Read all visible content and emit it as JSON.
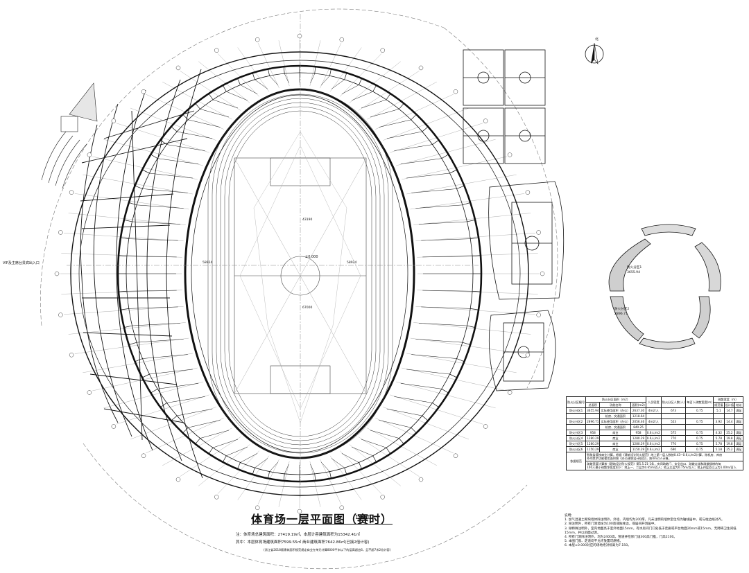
{
  "drawing": {
    "title": "体育场一层平面图（赛时）",
    "scale": "1:350",
    "area_notes": [
      "注：体育场总建筑面积：27419.19㎡，本层计容建筑面积为15342.41㎡",
      "其中：本层体育场建筑面积7599.55㎡ 商业建筑面积7642.86㎡(已接2倍计容)",
      "(浙江省2018版建筑面积规范规定商业在单元计算8000平米以下的层高超出6，且不超7米2倍计容)"
    ],
    "labels": {
      "vip_entrance": "VIP及主席台贵宾出入口",
      "elevation": "±0.000",
      "north": "北",
      "fire_zone_1": "防火分区1",
      "fire_zone_1_area": "3655.94",
      "fire_zone_2": "防火分区2",
      "fire_zone_2_area": "2896.71",
      "dim_long": "58924",
      "dim_short": "43190",
      "field_dim": "67000"
    },
    "notes_title": "说明：",
    "notes": [
      "1. 加气混凝土砌块墙体除注明外，外墙、内墙均为200厚，凡未注明的墙体定位均为轴线居中，或与柱边线对齐。",
      "2. 除注明外，所有门洞墙垛为100宽或贴柱边，或居间开洞居中。",
      "3. 除特殊注明外，室内地面高于室外地面15mm，有水房间门口处低于走廊或平台地面20mm或15mm，无障碍卫生间低",
      "   15mm，并以斜面过渡。",
      "4. 所有门洞除注明外，均为2400高，管道井检修门设300高门槛，门高2100。",
      "5. 本图门窗、走道均不允许放置可燃物。",
      "6. 本层±0.000对应的场地绝对标高为7.150。"
    ]
  },
  "fire_table": {
    "header": [
      "防火分区编号",
      "防火分区面积（m2）",
      "总面积",
      "功能名称",
      "面积(m2)",
      "人员密度",
      "防火分区人数(人)",
      "每百人疏散宽度(m)",
      "疏散宽度（m）",
      "规范值",
      "设计值",
      "结论"
    ],
    "rows": [
      [
        "防火分区1",
        "3655.94",
        "实际使用面积（办公）",
        "2637.30",
        "4m2/人",
        "673",
        "0.75",
        "5.1",
        "14.7",
        "满足"
      ],
      [
        "",
        "",
        "机房、交通面积",
        "1218.64",
        "",
        "",
        "",
        "",
        "",
        ""
      ],
      [
        "防火分区2",
        "2896.71",
        "实际使用面积（办公）",
        "2056.46",
        "4m2/人",
        "523",
        "0.75",
        "3.92",
        "14.4",
        "满足"
      ],
      [
        "",
        "",
        "机房、交通面积",
        "840.25",
        "",
        "",
        "",
        "",
        "",
        ""
      ],
      [
        "防火分区3",
        "958",
        "商业",
        "958",
        "0.6人/m2",
        "575",
        "0.75",
        "4.32",
        "25.2",
        "满足"
      ],
      [
        "防火分区4",
        "1280.29",
        "商业",
        "1280.29",
        "0.6人/m2",
        "770",
        "0.75",
        "5.78",
        "19.8",
        "满足"
      ],
      [
        "防火分区5",
        "1280.29",
        "商业",
        "1280.29",
        "0.6人/m2",
        "770",
        "0.75",
        "5.78",
        "19.8",
        "满足"
      ],
      [
        "防火分区6",
        "1150.29",
        "商业",
        "1150.29",
        "0.6人/m2",
        "690",
        "0.75",
        "5.18",
        "25.2",
        "满足"
      ]
    ],
    "remark_label": "依据规范",
    "remarks": [
      "智能监管按商业计算，根据《建筑设计防火规范》地上第一层人数按0.43~0.6人/m2计算，除机房、库房",
      "外的其余功能使用面积按《办公建筑设计规范》，按4m2/人计算。",
      "疏散宽度计算按《建筑设计防火规范》第5.5.21-1条，房间疏散门、安全出口、疏散走道和疏散楼梯的每",
      "100人最小疏散净宽度如下：地上一、二层为0.65m/百人；地上三层为0.75m/百人；地上四层及以上为1.00m/百人"
    ]
  }
}
